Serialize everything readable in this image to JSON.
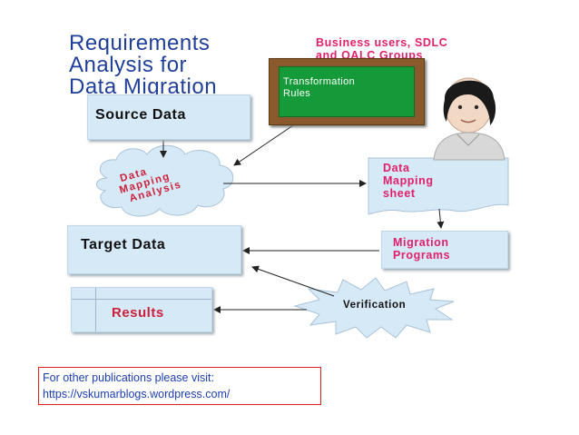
{
  "title": {
    "line1": "Requirements",
    "line2": "Analysis for",
    "line3": "Data Migration"
  },
  "groups": {
    "line1": "Business   users, SDLC",
    "line2": "and  QALC Groups"
  },
  "nodes": {
    "transformation_rules": {
      "line1": "Transformation",
      "line2": "Rules"
    },
    "source_data": "Source Data",
    "data_mapping_analysis": {
      "line1": "Data",
      "line2": "Mapping",
      "line3": "Analysis"
    },
    "data_mapping_sheet": {
      "line1": "Data",
      "line2": "Mapping",
      "line3": "sheet"
    },
    "target_data": "Target Data",
    "migration_programs": {
      "line1": "Migration",
      "line2": "Programs"
    },
    "results": "Results",
    "verification": "Verification"
  },
  "footer": {
    "line1": "For other publications please visit:",
    "line2": "https://vskumarblogs.wordpress.com/"
  },
  "colors": {
    "title": "#1f3f99",
    "pink_label": "#e0206b",
    "red_label": "#cc1f3a",
    "box_fill": "#d6e9f6",
    "board_frame": "#8a5a2c",
    "board_green": "#159a39",
    "footer_text": "#1d3fb0",
    "footer_border": "#e02020"
  },
  "icons": [
    "user-person-icon",
    "arrow-icon"
  ]
}
